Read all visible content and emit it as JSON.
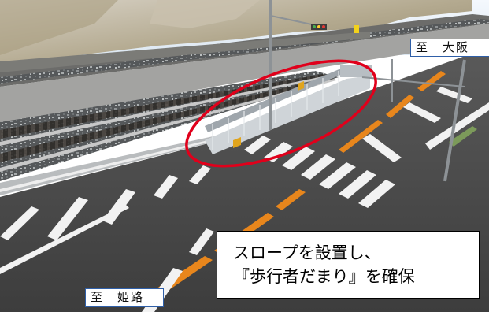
{
  "labels": {
    "osaka": "至　大阪",
    "himeji": "至　姫路"
  },
  "callout": {
    "line1": "スロープを設置し、",
    "line2": "『歩行者だまり』を確保"
  },
  "colors": {
    "highlight_ellipse": "#e0001b",
    "road_center_line": "#e8861c",
    "label_border": "#2f5fa8"
  }
}
